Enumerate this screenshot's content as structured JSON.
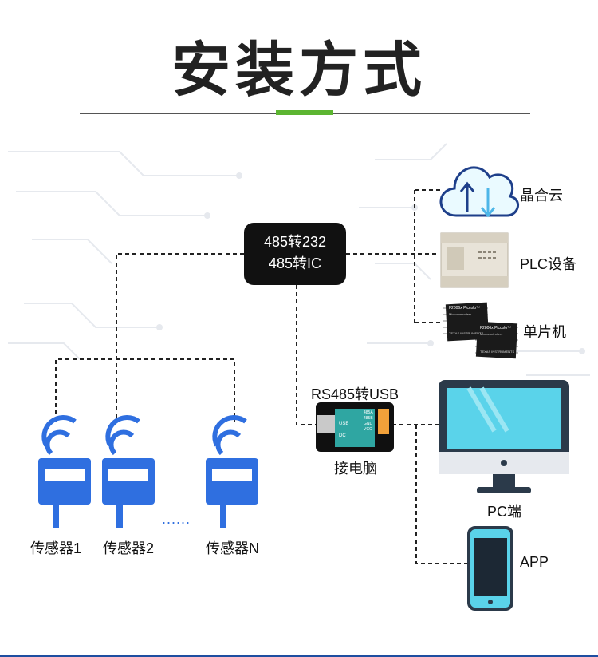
{
  "title": "安装方式",
  "converter": {
    "line1": "485转232",
    "line2": "485转IC"
  },
  "usb_adapter": {
    "top_label": "RS485转USB",
    "bottom_label": "接电脑",
    "board_text_left": "USB",
    "board_text_dc": "DC",
    "board_pins": [
      "485A",
      "485B",
      "GND",
      "VCC"
    ]
  },
  "targets": {
    "cloud": "晶合云",
    "plc": "PLC设备",
    "mcu": "单片机",
    "pc": "PC端",
    "app": "APP"
  },
  "chip": {
    "name": "F2806x Piccolo™",
    "sub": "Microcontrollers",
    "brand": "TEXAS INSTRUMENTS"
  },
  "sensors": {
    "s1": "传感器1",
    "s2": "传感器2",
    "sn": "传感器N",
    "ellipsis": "......"
  },
  "colors": {
    "accent": "#5cb531",
    "sensor_blue": "#2f6fe0",
    "box": "#111111",
    "screen": "#5ad3ea",
    "frame": "#2b3a4a",
    "cloud": "#8ad8f5"
  },
  "icons": {
    "cloud": "cloud-icon",
    "plc": "plc-icon",
    "mcu": "chip-icon",
    "pc": "monitor-icon",
    "app": "phone-icon",
    "sensor": "wireless-sensor-icon"
  }
}
